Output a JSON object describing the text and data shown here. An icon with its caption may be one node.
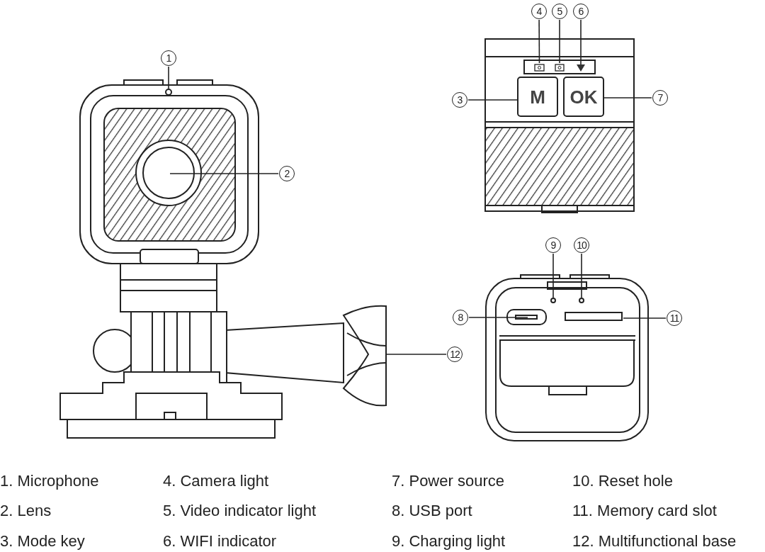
{
  "diagram": {
    "nodes": [
      {
        "text": [
          "1"
        ]
      },
      {
        "text": [
          "2"
        ]
      },
      {
        "text": [
          "3"
        ]
      },
      {
        "text": [
          "4"
        ]
      },
      {
        "text": [
          "5"
        ]
      },
      {
        "text": [
          "6"
        ]
      },
      {
        "text": [
          "7"
        ]
      },
      {
        "text": [
          "8"
        ]
      },
      {
        "text": [
          "9"
        ]
      },
      {
        "text": [
          "10"
        ]
      },
      {
        "text": [
          "11"
        ]
      },
      {
        "text": [
          "12"
        ]
      },
      {
        "text": [
          "M"
        ]
      },
      {
        "text": [
          "OK"
        ]
      },
      {
        "text": [],
        "shape": "circle"
      },
      {
        "text": [],
        "shape": "camera"
      },
      {
        "text": [],
        "shape": "camera"
      },
      {
        "text": [],
        "shape": "triangle"
      },
      {
        "text": [],
        "shape": "circle"
      },
      {
        "text": [],
        "shape": "circle"
      }
    ],
    "edges": [
      {
        "from": 0,
        "to": 14,
        "arrow": "none"
      },
      {
        "from": 1,
        "to": null,
        "arrow": "none"
      },
      {
        "from": 2,
        "to": 12,
        "arrow": "none"
      },
      {
        "from": 3,
        "to": 15,
        "arrow": "none"
      },
      {
        "from": 4,
        "to": 16,
        "arrow": "none"
      },
      {
        "from": 5,
        "to": 17,
        "arrow": "none"
      },
      {
        "from": 6,
        "to": 13,
        "arrow": "none"
      },
      {
        "from": 7,
        "to": null,
        "arrow": "none"
      },
      {
        "from": 8,
        "to": 18,
        "arrow": "none"
      },
      {
        "from": 9,
        "to": 19,
        "arrow": "none"
      },
      {
        "from": 10,
        "to": null,
        "arrow": "none"
      },
      {
        "from": 11,
        "to": null,
        "arrow": "none"
      }
    ],
    "labels": [
      "1. Microphone",
      "4. Camera light",
      "7. Power source",
      "10. Reset hole",
      "2. Lens",
      "5. Video indicator light",
      "8. USB port",
      "11. Memory card slot",
      "3. Mode key",
      "6. WIFI indicator",
      "9. Charging light",
      "12. Multifunctional base"
    ]
  }
}
